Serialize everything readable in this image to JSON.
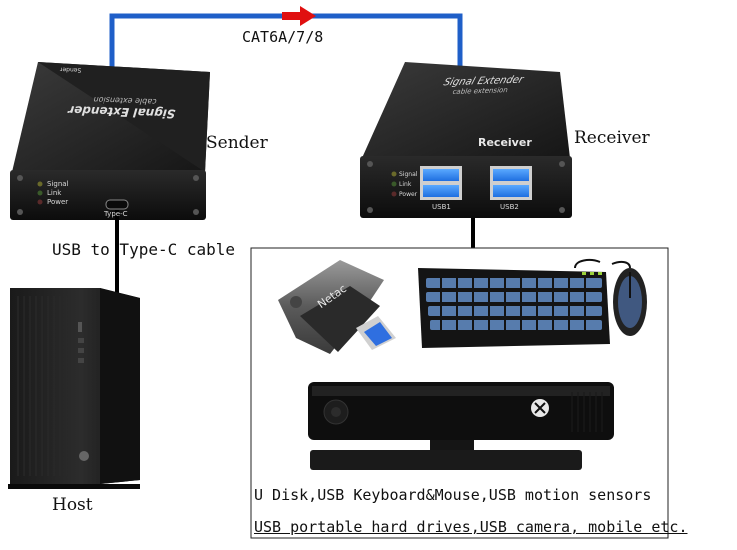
{
  "cable_label": "CAT6A/7/8",
  "sender": {
    "label": "Sender",
    "box_title": "Signal Extender",
    "box_subtitle": "cable extension",
    "box_tag": "Sender",
    "leds": [
      "Signal",
      "Link",
      "Power"
    ],
    "port_label": "Type-C"
  },
  "receiver": {
    "label": "Receiver",
    "box_title": "Signal Extender",
    "box_subtitle": "cable extension",
    "box_tag": "Receiver",
    "leds": [
      "Signal",
      "Link",
      "Power"
    ],
    "ports": [
      "USB1",
      "USB2"
    ]
  },
  "usb_cable_label": "USB to Type-C cable",
  "host_label": "Host",
  "devices": {
    "usb_drive_brand": "Netac",
    "caption_line1": "U Disk,USB Keyboard&Mouse,USB motion sensors",
    "caption_line2": "USB portable hard drives,USB camera, mobile etc."
  },
  "colors": {
    "cable": "#1f5fc8",
    "arrow": "#e01010",
    "device_body": "#1c1c1c"
  }
}
